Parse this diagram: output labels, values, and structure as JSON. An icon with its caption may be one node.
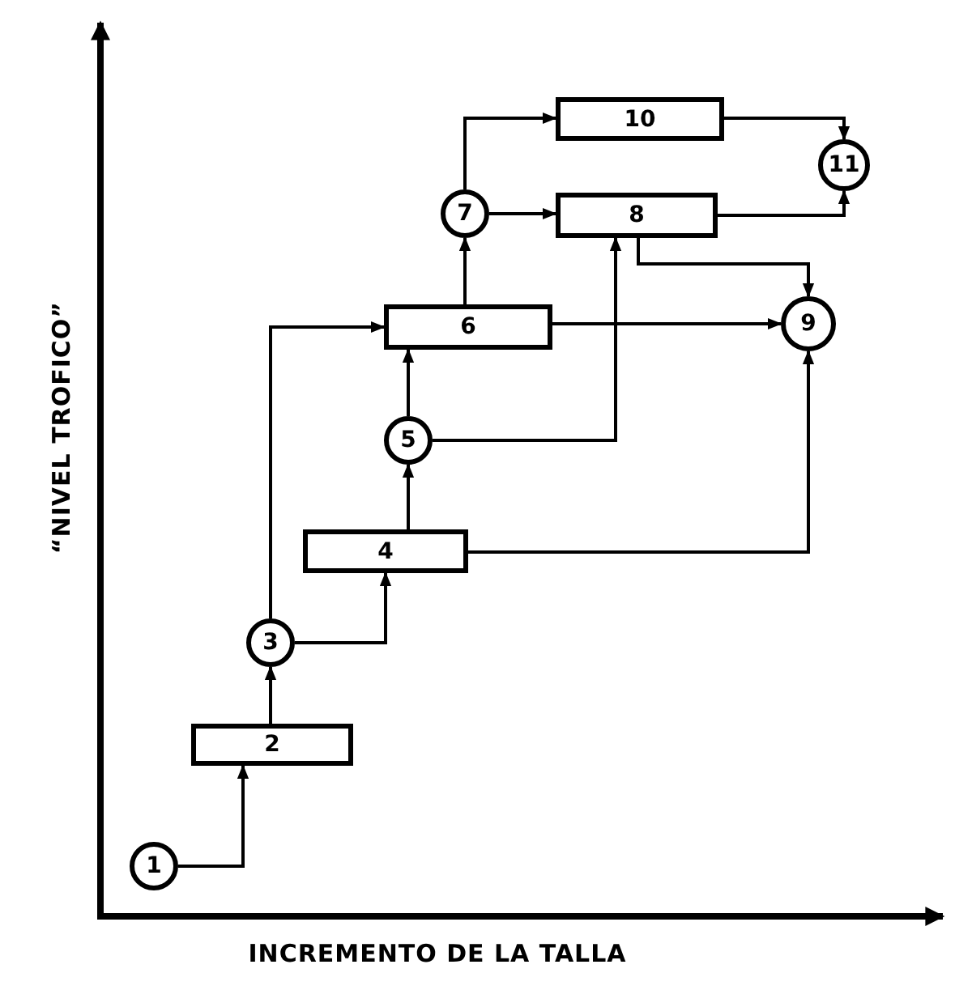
{
  "diagram": {
    "nodes": [
      {
        "text": [
          "1"
        ]
      },
      {
        "text": [
          "2"
        ]
      },
      {
        "text": [
          "3"
        ]
      },
      {
        "text": [
          "4"
        ]
      },
      {
        "text": [
          "5"
        ]
      },
      {
        "text": [
          "6"
        ]
      },
      {
        "text": [
          "7"
        ]
      },
      {
        "text": [
          "8"
        ]
      },
      {
        "text": [
          "9"
        ]
      },
      {
        "text": [
          "10"
        ]
      },
      {
        "text": [
          "11"
        ]
      }
    ],
    "edges": [
      {
        "from": 0,
        "to": 1,
        "arrow": "to"
      },
      {
        "from": 1,
        "to": 2,
        "arrow": "to"
      },
      {
        "from": 2,
        "to": 5,
        "arrow": "to"
      },
      {
        "from": 2,
        "to": 3,
        "arrow": "to"
      },
      {
        "from": 3,
        "to": 4,
        "arrow": "to"
      },
      {
        "from": 3,
        "to": 8,
        "arrow": "to"
      },
      {
        "from": 4,
        "to": 5,
        "arrow": "to"
      },
      {
        "from": 4,
        "to": 7,
        "arrow": "to"
      },
      {
        "from": 5,
        "to": 6,
        "arrow": "to"
      },
      {
        "from": 5,
        "to": 8,
        "arrow": "to"
      },
      {
        "from": 6,
        "to": 9,
        "arrow": "to"
      },
      {
        "from": 6,
        "to": 7,
        "arrow": "to"
      },
      {
        "from": 7,
        "to": 8,
        "arrow": "to"
      },
      {
        "from": 7,
        "to": 10,
        "arrow": "to"
      },
      {
        "from": 9,
        "to": 10,
        "arrow": "to"
      }
    ],
    "labels": [
      "“NIVEL TROFICO”",
      "INCREMENTO DE LA TALLA"
    ]
  }
}
